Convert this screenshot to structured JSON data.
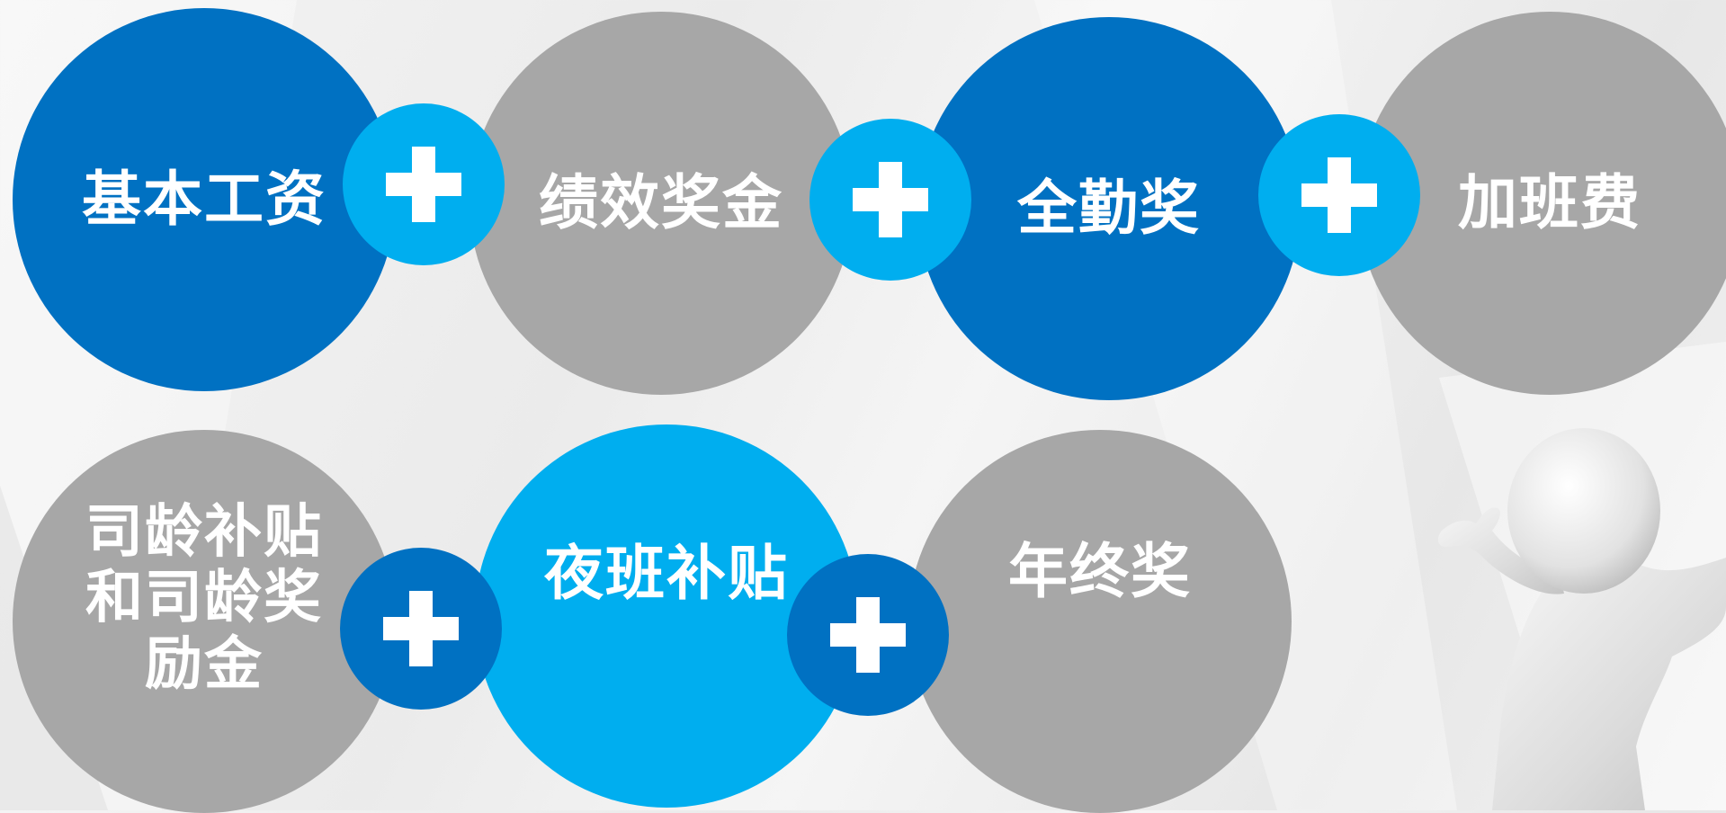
{
  "colors": {
    "dark_blue": "#0071c2",
    "light_blue": "#00aeef",
    "gray": "#a7a7a7",
    "white": "#ffffff"
  },
  "row1": {
    "items": [
      {
        "label": "基本工资"
      },
      {
        "label": "绩效奖金"
      },
      {
        "label": "全勤奖"
      },
      {
        "label": "加班费"
      }
    ],
    "connectors": [
      "plus-icon",
      "plus-icon",
      "plus-icon"
    ]
  },
  "row2": {
    "items": [
      {
        "label": "司龄补贴\n和司龄奖\n励金"
      },
      {
        "label": "夜班补贴"
      },
      {
        "label": "年终奖"
      }
    ],
    "connectors": [
      "plus-icon",
      "plus-icon"
    ]
  },
  "figure": {
    "icon": "white-3d-figure-pointing"
  }
}
